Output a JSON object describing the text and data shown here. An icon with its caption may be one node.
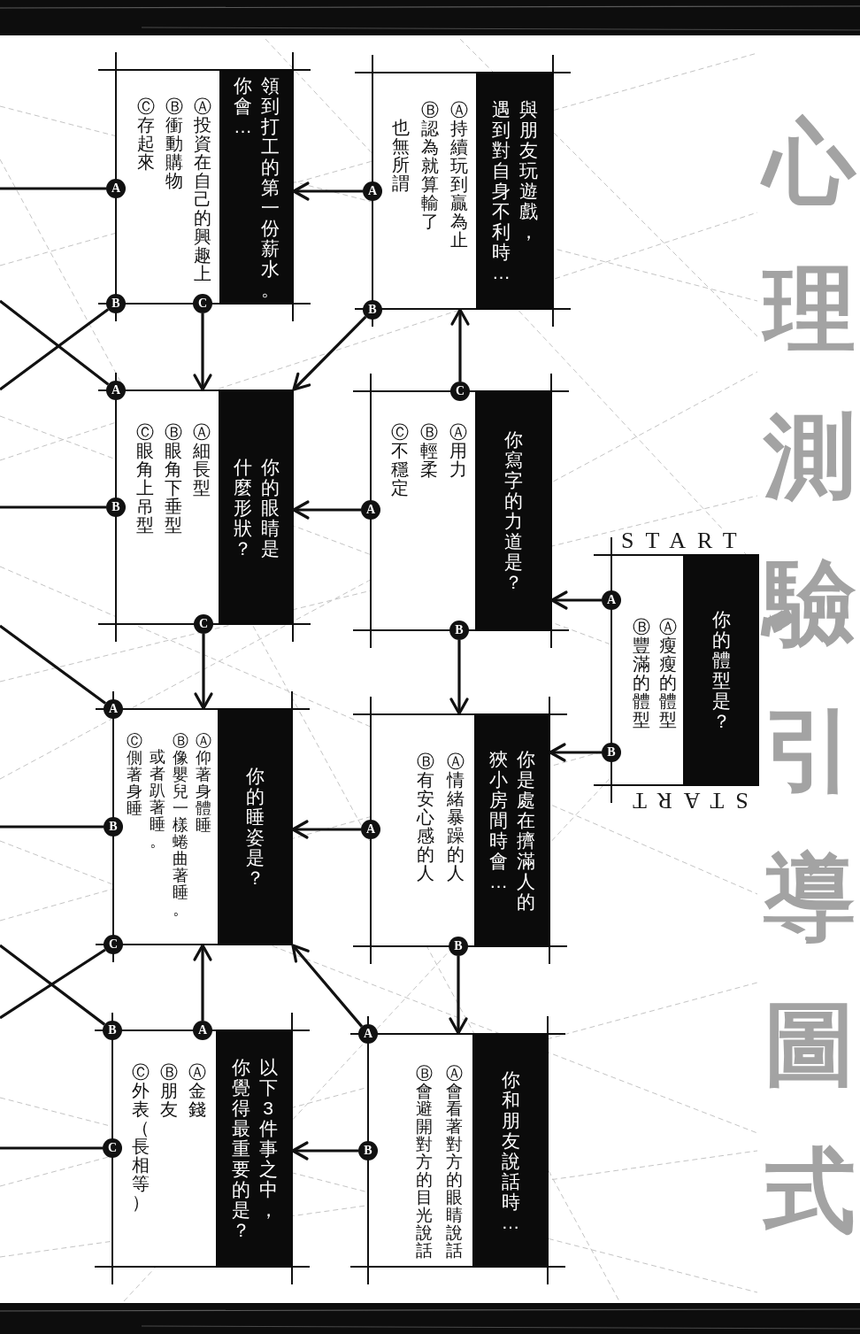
{
  "diagram": {
    "title": "心理測驗引導圖式",
    "nodes": [
      {
        "text": [
          "Ⓑ豐滿的體型",
          "Ⓐ瘦瘦的體型"
        ],
        "beside": [
          "START",
          "START"
        ]
      },
      {
        "text": [
          "你的體型是？"
        ],
        "in": 0
      },
      {
        "text": [
          "A"
        ]
      },
      {
        "text": [
          "B"
        ]
      },
      {
        "text": [
          "Ⓑ認為就算輸了也無所謂",
          "Ⓐ持續玩到贏為止"
        ]
      },
      {
        "text": [
          "與朋友玩遊戲，遇到對自身不利時…"
        ],
        "in": 4
      },
      {
        "text": [
          "A"
        ]
      },
      {
        "text": [
          "B"
        ]
      },
      {
        "text": [
          "Ⓒ不穩定",
          "Ⓑ輕柔",
          "Ⓐ用力"
        ]
      },
      {
        "text": [
          "你寫字的力道是？"
        ],
        "in": 8
      },
      {
        "text": [
          "C"
        ]
      },
      {
        "text": [
          "A"
        ]
      },
      {
        "text": [
          "B"
        ]
      },
      {
        "text": [
          "Ⓑ有安心感的人",
          "Ⓐ情緒暴躁的人"
        ]
      },
      {
        "text": [
          "你是處在擠滿人的狹小房間時會…"
        ],
        "in": 13
      },
      {
        "text": [
          "A"
        ]
      },
      {
        "text": [
          "B"
        ]
      },
      {
        "text": [
          "Ⓑ會避開對方的目光說話",
          "Ⓐ會看著對方的眼睛說話"
        ]
      },
      {
        "text": [
          "你和朋友說話時…"
        ],
        "in": 17
      },
      {
        "text": [
          "A"
        ]
      },
      {
        "text": [
          "B"
        ]
      },
      {
        "text": [
          "Ⓒ存起來",
          "Ⓑ衝動購物",
          "Ⓐ投資在自己的興趣上"
        ]
      },
      {
        "text": [
          "領到打工的第一份薪水。你會…"
        ],
        "in": 21
      },
      {
        "text": [
          "A"
        ]
      },
      {
        "text": [
          "B"
        ]
      },
      {
        "text": [
          "C"
        ]
      },
      {
        "text": [
          "Ⓒ眼角上吊型",
          "Ⓑ眼角下垂型",
          "Ⓐ細長型"
        ]
      },
      {
        "text": [
          "你的眼睛是什麼形狀？"
        ],
        "in": 26
      },
      {
        "text": [
          "A"
        ]
      },
      {
        "text": [
          "B"
        ]
      },
      {
        "text": [
          "C"
        ]
      },
      {
        "text": [
          "Ⓒ側著身睡",
          "Ⓑ像嬰兒一樣蜷曲著睡。或者趴著睡。",
          "Ⓐ仰著身體睡"
        ]
      },
      {
        "text": [
          "你的睡姿是？"
        ],
        "in": 31
      },
      {
        "text": [
          "A"
        ]
      },
      {
        "text": [
          "B"
        ]
      },
      {
        "text": [
          "C"
        ]
      },
      {
        "text": [
          "Ⓒ外表（長相等）",
          "Ⓑ朋友",
          "Ⓐ金錢"
        ]
      },
      {
        "text": [
          "以下3件事之中，你覺得最重要的是？"
        ],
        "in": 36
      },
      {
        "text": [
          "B"
        ]
      },
      {
        "text": [
          "A"
        ]
      },
      {
        "text": [
          "C"
        ]
      }
    ],
    "edges": [
      {
        "from": 2,
        "to": 8,
        "arrow": "to"
      },
      {
        "from": 3,
        "to": 13,
        "arrow": "to"
      },
      {
        "from": 10,
        "to": 4,
        "arrow": "to"
      },
      {
        "from": 11,
        "to": 26,
        "arrow": "to"
      },
      {
        "from": 12,
        "to": 13,
        "arrow": "to"
      },
      {
        "from": 6,
        "to": 21,
        "arrow": "to"
      },
      {
        "from": 7,
        "to": 26,
        "arrow": "to"
      },
      {
        "from": 15,
        "to": 31,
        "arrow": "to"
      },
      {
        "from": 16,
        "to": 17,
        "arrow": "to"
      },
      {
        "from": 19,
        "to": 31,
        "arrow": "to"
      },
      {
        "from": 20,
        "to": 36,
        "arrow": "to"
      },
      {
        "from": 23,
        "to": null,
        "arrow": "none"
      },
      {
        "from": 24,
        "to": null,
        "arrow": "none"
      },
      {
        "from": 25,
        "to": 26,
        "arrow": "to"
      },
      {
        "from": 28,
        "to": null,
        "arrow": "none"
      },
      {
        "from": 29,
        "to": null,
        "arrow": "none"
      },
      {
        "from": 30,
        "to": 31,
        "arrow": "to"
      },
      {
        "from": 33,
        "to": null,
        "arrow": "none"
      },
      {
        "from": 34,
        "to": null,
        "arrow": "none"
      },
      {
        "from": 35,
        "to": null,
        "arrow": "none"
      },
      {
        "from": 38,
        "to": null,
        "arrow": "none"
      },
      {
        "from": 39,
        "to": 31,
        "arrow": "to"
      },
      {
        "from": 40,
        "to": null,
        "arrow": "none"
      }
    ]
  }
}
